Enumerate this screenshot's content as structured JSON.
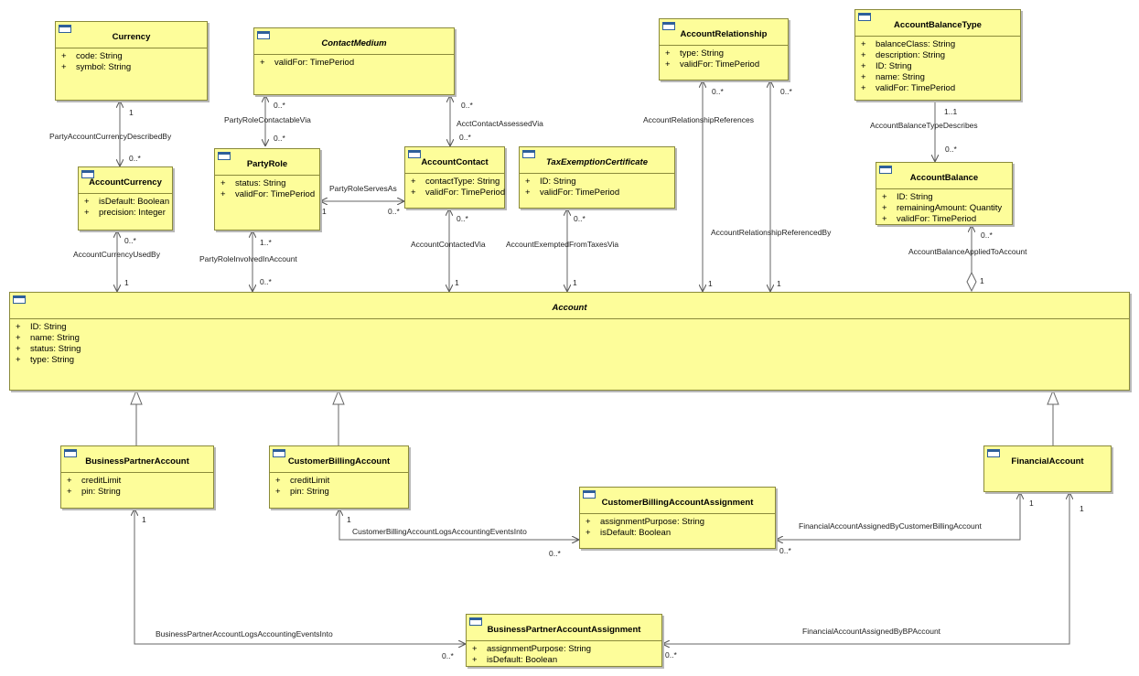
{
  "classes": {
    "currency": {
      "name": "Currency",
      "attrs": [
        "code: String",
        "symbol: String"
      ]
    },
    "contact_medium": {
      "name": "ContactMedium",
      "attrs": [
        "validFor: TimePeriod"
      ]
    },
    "account_relationship": {
      "name": "AccountRelationship",
      "attrs": [
        "type: String",
        "validFor: TimePeriod"
      ]
    },
    "account_balance_type": {
      "name": "AccountBalanceType",
      "attrs": [
        "balanceClass: String",
        "description: String",
        "ID: String",
        "name: String",
        "validFor: TimePeriod"
      ]
    },
    "account_currency": {
      "name": "AccountCurrency",
      "attrs": [
        "isDefault: Boolean",
        "precision: Integer"
      ]
    },
    "party_role": {
      "name": "PartyRole",
      "attrs": [
        "status: String",
        "validFor: TimePeriod"
      ]
    },
    "account_contact": {
      "name": "AccountContact",
      "attrs": [
        "contactType: String",
        "validFor: TimePeriod"
      ]
    },
    "tax_exemption_certificate": {
      "name": "TaxExemptionCertificate",
      "attrs": [
        "ID: String",
        "validFor: TimePeriod"
      ]
    },
    "account_balance": {
      "name": "AccountBalance",
      "attrs": [
        "ID: String",
        "remainingAmount: Quantity",
        "validFor: TimePeriod"
      ]
    },
    "account": {
      "name": "Account",
      "attrs": [
        "ID: String",
        "name: String",
        "status: String",
        "type: String"
      ]
    },
    "business_partner_account": {
      "name": "BusinessPartnerAccount",
      "attrs": [
        "creditLimit",
        "pin: String"
      ]
    },
    "customer_billing_account": {
      "name": "CustomerBillingAccount",
      "attrs": [
        "creditLimit",
        "pin: String"
      ]
    },
    "financial_account": {
      "name": "FinancialAccount",
      "attrs": []
    },
    "customer_billing_account_assignment": {
      "name": "CustomerBillingAccountAssignment",
      "attrs": [
        "assignmentPurpose: String",
        "isDefault: Boolean"
      ]
    },
    "business_partner_account_assignment": {
      "name": "BusinessPartnerAccountAssignment",
      "attrs": [
        "assignmentPurpose: String",
        "isDefault: Boolean"
      ]
    }
  },
  "visibility_symbol": "+",
  "associations": {
    "party_account_currency_described_by": {
      "name": "PartyAccountCurrencyDescribedBy",
      "m1": "1",
      "m2": "0..*"
    },
    "account_currency_used_by": {
      "name": "AccountCurrencyUsedBy",
      "m1": "0..*",
      "m2": "1"
    },
    "party_role_contactable_via": {
      "name": "PartyRoleContactableVia",
      "m1": "0..*",
      "m2": "0..*"
    },
    "party_role_involved_in_account": {
      "name": "PartyRoleInvolvedInAccount",
      "m1": "1..*",
      "m2": "0..*"
    },
    "party_role_serves_as": {
      "name": "PartyRoleServesAs",
      "m1": "1",
      "m2": "0..*"
    },
    "acct_contact_assessed_via": {
      "name": "AcctContactAssessedVia",
      "m1": "0..*",
      "m2": "0..*"
    },
    "account_contacted_via": {
      "name": "AccountContactedVia",
      "m1": "0..*",
      "m2": "1"
    },
    "account_exempted_from_taxes_via": {
      "name": "AccountExemptedFromTaxesVia",
      "m1": "0..*",
      "m2": "1"
    },
    "account_relationship_references": {
      "name": "AccountRelationshipReferences",
      "m1": "0..*",
      "m2": "1"
    },
    "account_relationship_referenced_by": {
      "name": "AccountRelationshipReferencedBy",
      "m1": "0..*",
      "m2": "1"
    },
    "account_balance_type_describes": {
      "name": "AccountBalanceTypeDescribes",
      "m1": "1..1",
      "m2": "0..*"
    },
    "account_balance_applied_to_account": {
      "name": "AccountBalanceAppliedToAccount",
      "m1": "0..*",
      "m2": "1"
    },
    "customer_billing_account_logs": {
      "name": "CustomerBillingAccountLogsAccountingEventsInto",
      "m1": "1",
      "m2": "0..*"
    },
    "financial_account_assigned_by_cba": {
      "name": "FinancialAccountAssignedByCustomerBillingAccount",
      "m1": "1",
      "m2": "0..*"
    },
    "business_partner_account_logs": {
      "name": "BusinessPartnerAccountLogsAccountingEventsInto",
      "m1": "1",
      "m2": "0..*"
    },
    "financial_account_assigned_by_bp": {
      "name": "FinancialAccountAssignedByBPAccount",
      "m1": "1",
      "m2": "0..*"
    }
  }
}
